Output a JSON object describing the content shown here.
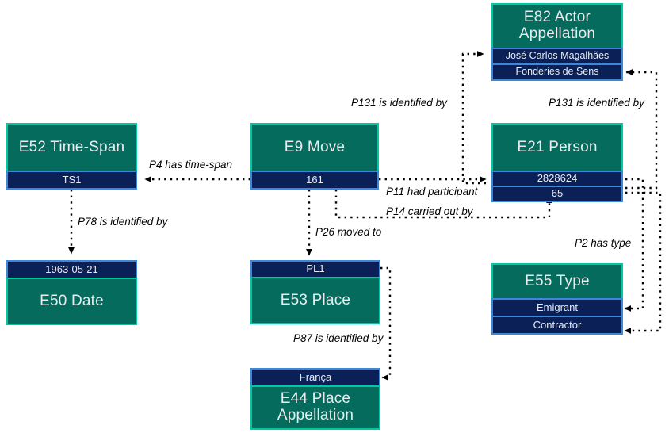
{
  "diagram": {
    "kind": "cidoc-crm-entity-graph",
    "background": "#ffffff",
    "colors": {
      "class_fill": "#046B5D",
      "class_border": "#00C8A2",
      "instance_fill": "#0A2057",
      "instance_border": "#3C87D8",
      "text": "#e9ecef",
      "edge": "#000000"
    }
  },
  "nodes": [
    {
      "id": "e52",
      "class_label": "E52 Time-Span",
      "values": [
        "TS1"
      ],
      "order": "title-first"
    },
    {
      "id": "e9",
      "class_label": "E9 Move",
      "values": [
        "161"
      ],
      "order": "title-first"
    },
    {
      "id": "e82",
      "class_label": "E82 Actor\nAppellation",
      "values": [
        "José Carlos Magalhães",
        "Fonderies de Sens"
      ],
      "order": "title-first"
    },
    {
      "id": "e21",
      "class_label": "E21 Person",
      "values": [
        "2828624",
        "65"
      ],
      "order": "title-first"
    },
    {
      "id": "e50",
      "class_label": "E50 Date",
      "values": [
        "1963-05-21"
      ],
      "order": "value-first"
    },
    {
      "id": "e53",
      "class_label": "E53 Place",
      "values": [
        "PL1"
      ],
      "order": "value-first"
    },
    {
      "id": "e55",
      "class_label": "E55 Type",
      "values": [
        "Emigrant",
        "Contractor"
      ],
      "order": "title-first"
    },
    {
      "id": "e44",
      "class_label": "E44 Place\nAppellation",
      "values": [
        "França"
      ],
      "order": "value-first"
    }
  ],
  "edges": [
    {
      "id": "p4",
      "label": "P4 has time-span",
      "from": "e9",
      "to": "e52"
    },
    {
      "id": "p78",
      "label": "P78 is identified by",
      "from": "e52",
      "to": "e50"
    },
    {
      "id": "p26",
      "label": "P26 moved to",
      "from": "e9",
      "to": "e53"
    },
    {
      "id": "p11",
      "label": "P11 had participant",
      "from": "e9",
      "to": "e21"
    },
    {
      "id": "p14",
      "label": "P14 carried out by",
      "from": "e9",
      "to": "e21"
    },
    {
      "id": "p131a",
      "label": "P131 is identified by",
      "from": "e21",
      "to": "e82"
    },
    {
      "id": "p131b",
      "label": "P131 is identified by",
      "from": "e21",
      "to": "e82"
    },
    {
      "id": "p2",
      "label": "P2 has type",
      "from": "e21",
      "to": "e55"
    },
    {
      "id": "p87",
      "label": "P87 is identified by",
      "from": "e53",
      "to": "e44"
    }
  ]
}
